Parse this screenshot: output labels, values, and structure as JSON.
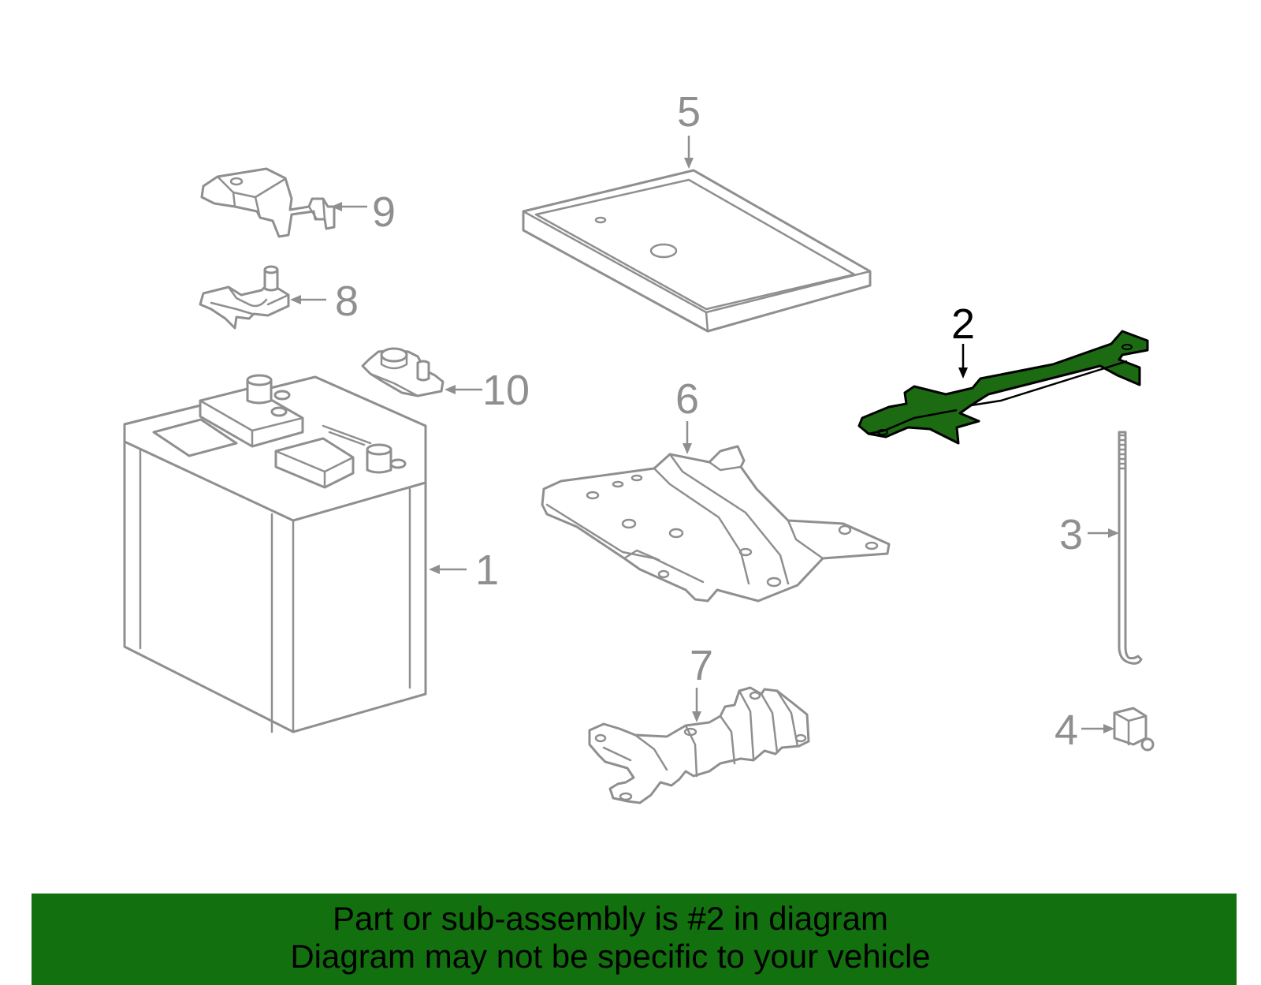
{
  "callouts": {
    "c1": "1",
    "c2": "2",
    "c3": "3",
    "c4": "4",
    "c5": "5",
    "c6": "6",
    "c7": "7",
    "c8": "8",
    "c9": "9",
    "c10": "10"
  },
  "highlight": {
    "part_number": "2",
    "fill_color": "#1c6b12"
  },
  "banner": {
    "line1": "Part or sub-assembly is #2 in diagram",
    "line2": "Diagram may not be specific to your vehicle",
    "background": "#13700f"
  }
}
